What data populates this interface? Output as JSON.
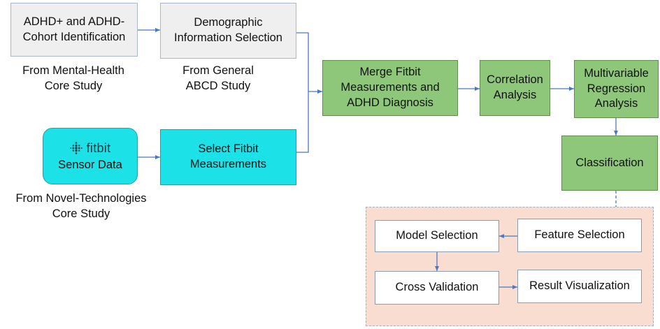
{
  "nodes": {
    "cohort": "ADHD+ and ADHD-\nCohort Identification",
    "demographic": "Demographic\nInformation Selection",
    "sensor": "Sensor Data",
    "select_fitbit": "Select Fitbit\nMeasurements",
    "merge": "Merge Fitbit\nMeasurements and\nADHD Diagnosis",
    "correlation": "Correlation\nAnalysis",
    "regression": "Multivariable\nRegression\nAnalysis",
    "classification": "Classification",
    "model_selection": "Model Selection",
    "feature_selection": "Feature Selection",
    "cross_validation": "Cross Validation",
    "result_visualization": "Result Visualization"
  },
  "captions": {
    "mental_health": "From Mental-Health\nCore Study",
    "general": "From General\nABCD Study",
    "novel_tech": "From Novel-Technologies\nCore Study"
  },
  "logo": {
    "text": "fitbit",
    "icon": "fitbit-dots-icon"
  },
  "colors": {
    "input_box": "#efefef",
    "fitbit_box": "#1ce1e6",
    "analysis_box": "#8fc77a",
    "classification_panel": "#f9ddd0",
    "arrow": "#4a78c2"
  }
}
